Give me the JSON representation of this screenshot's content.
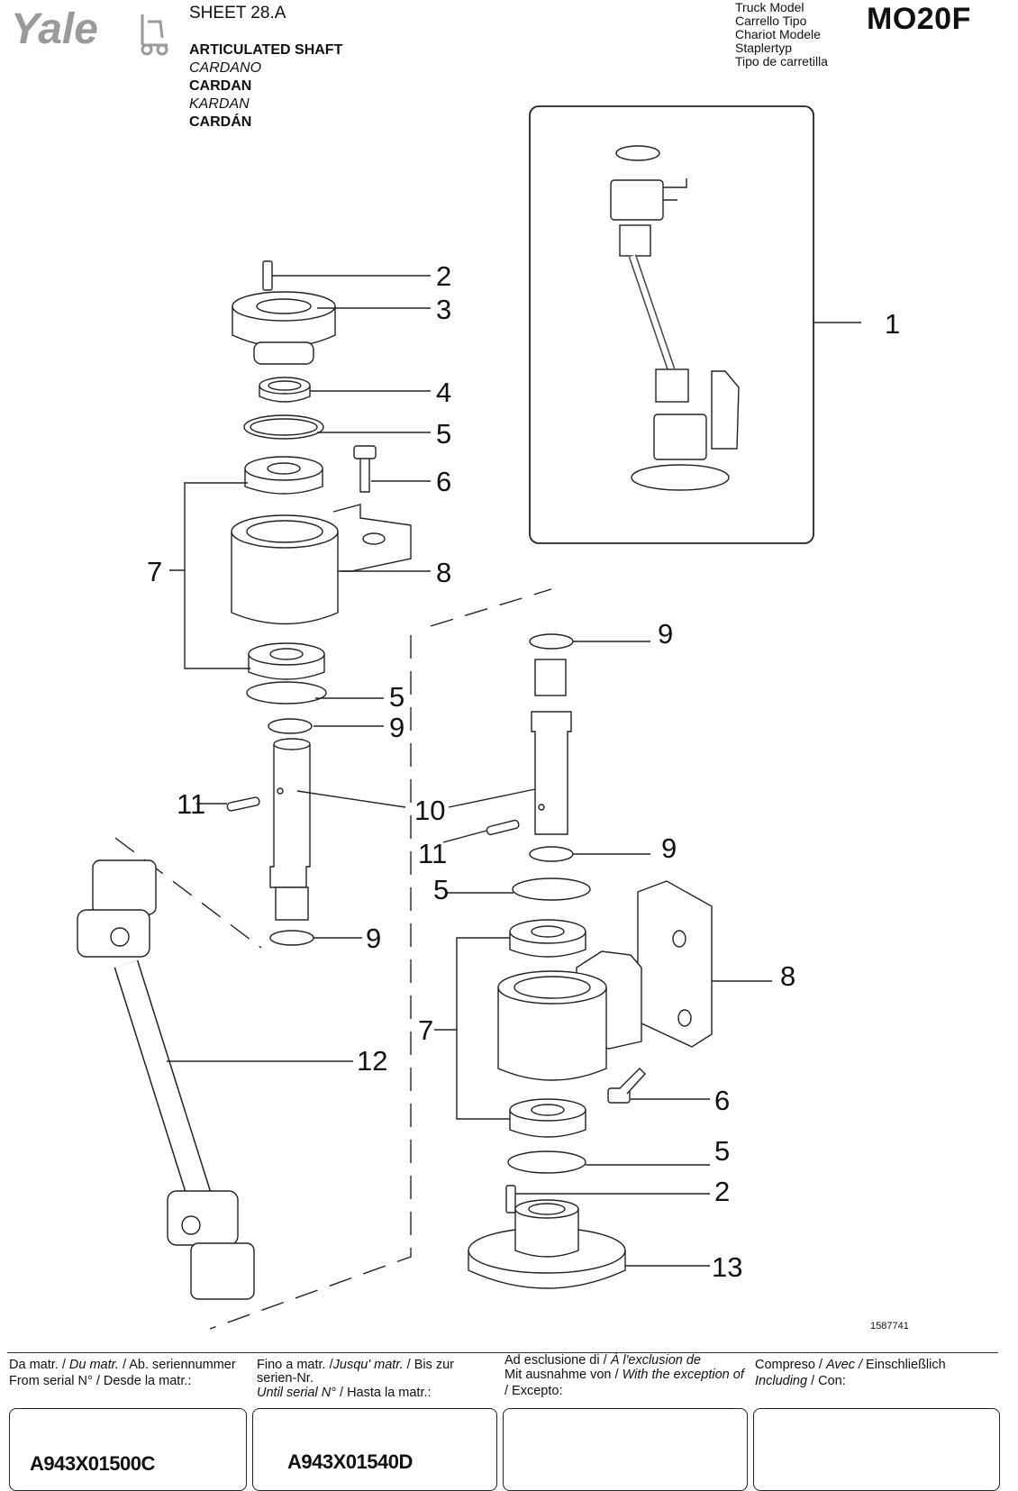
{
  "header": {
    "logo_text": "Yale",
    "sheet": "SHEET 28.A",
    "title_lines": [
      "ARTICULATED SHAFT",
      "CARDANO",
      "CARDAN",
      "KARDAN",
      "CARDÁN"
    ],
    "truck_model_labels": [
      "Truck Model",
      "Carrello Tipo",
      "Chariot Modele",
      "Staplertyp",
      "Tipo de carretilla"
    ],
    "model": "MO20F"
  },
  "callouts": {
    "c1": "1",
    "c2a": "2",
    "c3": "3",
    "c4": "4",
    "c5a": "5",
    "c6a": "6",
    "c7a": "7",
    "c8a": "8",
    "c5b": "5",
    "c9a": "9",
    "c11a": "11",
    "c10": "10",
    "c9b": "9",
    "c12": "12",
    "c9c": "9",
    "c11b": "11",
    "c9d": "9",
    "c5c": "5",
    "c8b": "8",
    "c7b": "7",
    "c6b": "6",
    "c5d": "5",
    "c2b": "2",
    "c13": "13"
  },
  "image_number": "1587741",
  "footer": {
    "from_serial": {
      "a": "Da matr. / ",
      "b": "Du matr.",
      "c": " / Ab. seriennummer",
      "d": "From serial N° / Desde la matr.:"
    },
    "until_serial": {
      "a": "Fino a matr. /",
      "b": "Jusqu' matr.",
      "c": " / Bis zur",
      "d": "serien-Nr.",
      "e": "Until serial N°",
      "f": " / Hasta la matr.:"
    },
    "exception": {
      "a": "Ad esclusione di / ",
      "b": "À l'exclusion de",
      "c": "Mit ausnahme von / ",
      "d": "With the exception of",
      "e": "/ Excepto:"
    },
    "including": {
      "a": "Compreso / ",
      "b": "Avec /",
      "c": "  Einschließlich",
      "d": "Including",
      "e": "  / Con:"
    },
    "serial_from_value": "A943X01500C",
    "serial_until_value": "A943X01540D",
    "exception_value": "",
    "including_value": ""
  }
}
